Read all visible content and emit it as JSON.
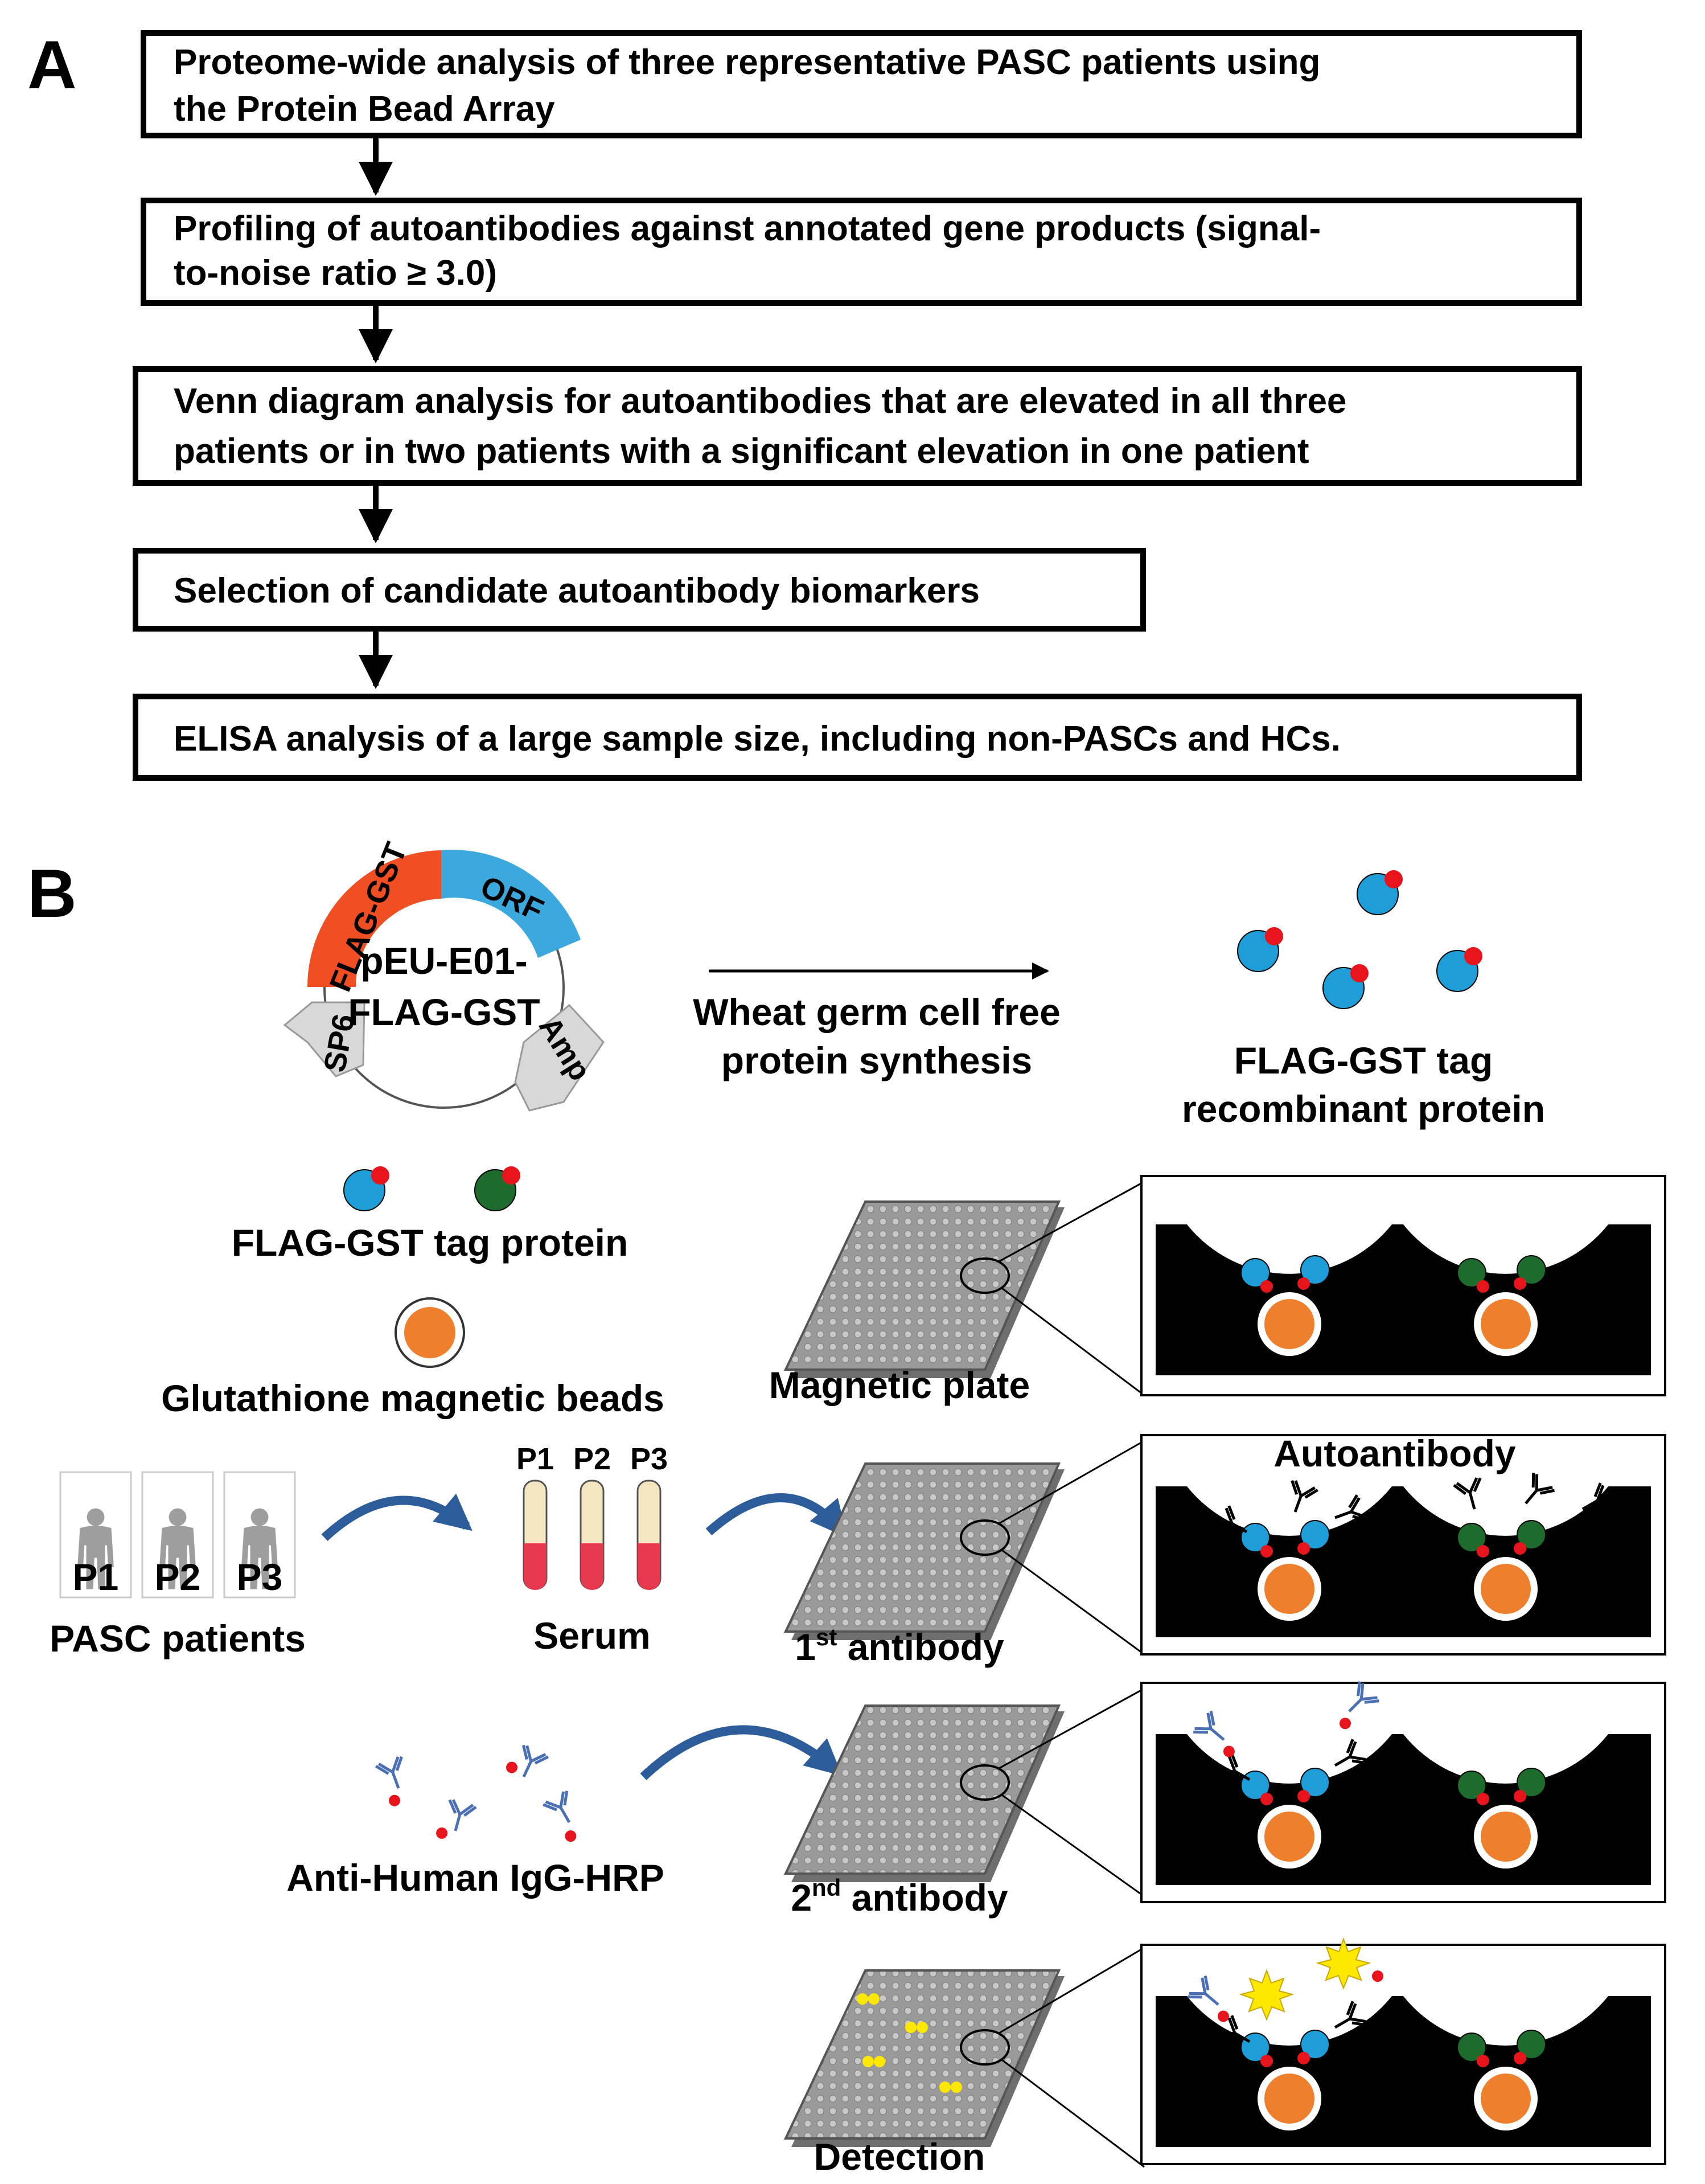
{
  "panel_a": {
    "label": "A",
    "steps": [
      {
        "line1": "Proteome-wide analysis of three representative PASC patients using",
        "line2": "the Protein Bead Array"
      },
      {
        "line1": "Profiling of autoantibodies against annotated gene products (signal-",
        "line2": "to-noise ratio ≥ 3.0)"
      },
      {
        "line1": "Venn diagram analysis for autoantibodies that are elevated in all three",
        "line2": "patients or in two patients with a significant elevation in one patient"
      },
      {
        "line1": "Selection of candidate autoantibody biomarkers",
        "line2": ""
      },
      {
        "line1": "ELISA analysis of a large sample size, including non-PASCs and HCs.",
        "line2": ""
      }
    ]
  },
  "panel_b": {
    "label": "B",
    "plasmid": {
      "name_line1": "pEU-E01-",
      "name_line2": "FLAG-GST",
      "segments": {
        "flag_gst": "FLAG-GST",
        "orf": "ORF",
        "sp6": "SP6",
        "amp": "Amp"
      }
    },
    "synthesis_line1": "Wheat germ cell free",
    "synthesis_line2": "protein synthesis",
    "recombinant_line1": "FLAG-GST tag",
    "recombinant_line2": "recombinant protein",
    "tag_protein_label": "FLAG-GST tag protein",
    "beads_label": "Glutathione magnetic beads",
    "patients": [
      "P1",
      "P2",
      "P3"
    ],
    "patients_label": "PASC patients",
    "serum_tubes": [
      "P1",
      "P2",
      "P3"
    ],
    "serum_label": "Serum",
    "hrp_label": "Anti-Human IgG-HRP",
    "plates": {
      "magnetic": "Magnetic plate",
      "first_base": "1",
      "first_sup": "st",
      "first_rest": " antibody",
      "second_base": "2",
      "second_sup": "nd",
      "second_rest": " antibody",
      "detection": "Detection"
    },
    "autoantibody_label": "Autoantibody",
    "colors": {
      "blue_protein": "#1E9ED8",
      "green_protein": "#1E6B2E",
      "tag_red": "#E8141B",
      "bead_orange": "#EE7F2D",
      "plasmid_red": "#F04E23",
      "plasmid_blue": "#3BA9DE",
      "hrp_blue": "#4A6FB5",
      "signal_yellow": "#FFE800"
    }
  }
}
